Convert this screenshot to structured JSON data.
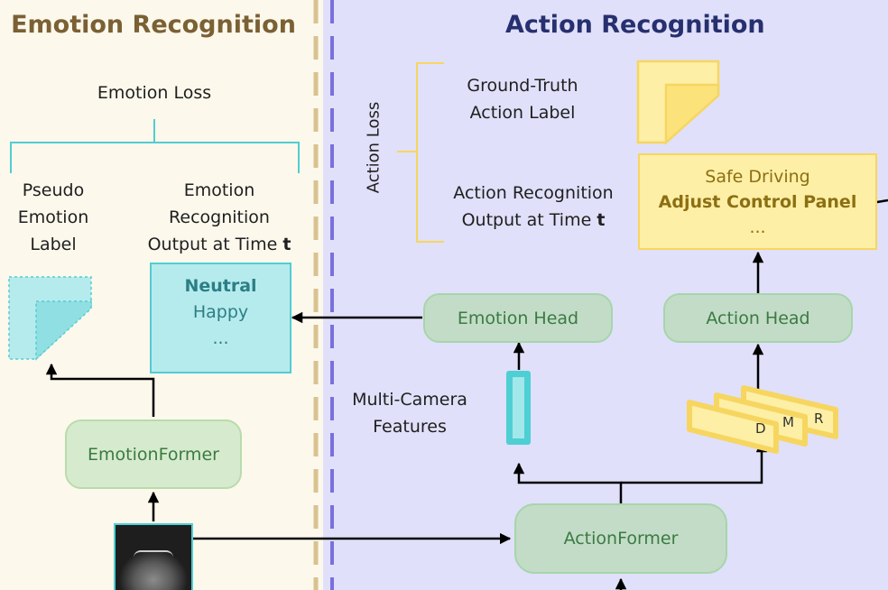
{
  "panels": {
    "emotion_title": "Emotion Recognition",
    "action_title": "Action Recognition"
  },
  "emotion": {
    "loss_label": "Emotion Loss",
    "pseudo_label": [
      "Pseudo",
      "Emotion",
      "Label"
    ],
    "output_label": [
      "Emotion",
      "Recognition",
      "Output at Time "
    ],
    "output_time_var": "t",
    "output_items": {
      "top": "Neutral",
      "second": "Happy",
      "more": "..."
    },
    "former_label": "EmotionFormer"
  },
  "action": {
    "loss_label": "Action Loss",
    "gt_label": [
      "Ground-Truth",
      "Action Label"
    ],
    "output_label": [
      "Action Recognition",
      "Output at Time "
    ],
    "output_time_var": "t",
    "output_items": {
      "top": "Safe Driving",
      "second": "Adjust Control Panel",
      "more": "..."
    },
    "emotion_head_label": "Emotion Head",
    "action_head_label": "Action Head",
    "features_label": [
      "Multi-Camera",
      "Features"
    ],
    "view_letters": [
      "D",
      "M",
      "R"
    ],
    "former_label": "ActionFormer"
  },
  "colors": {
    "emotion_bg": "#fcf8ec",
    "action_bg": "#e0e0fa",
    "emotion_accent": "#52cdd2",
    "action_accent": "#f6d660",
    "module_fill": "#c3dcc7",
    "module_text": "#3b7a43",
    "emotion_title": "#7a6033",
    "action_title": "#27306e"
  }
}
